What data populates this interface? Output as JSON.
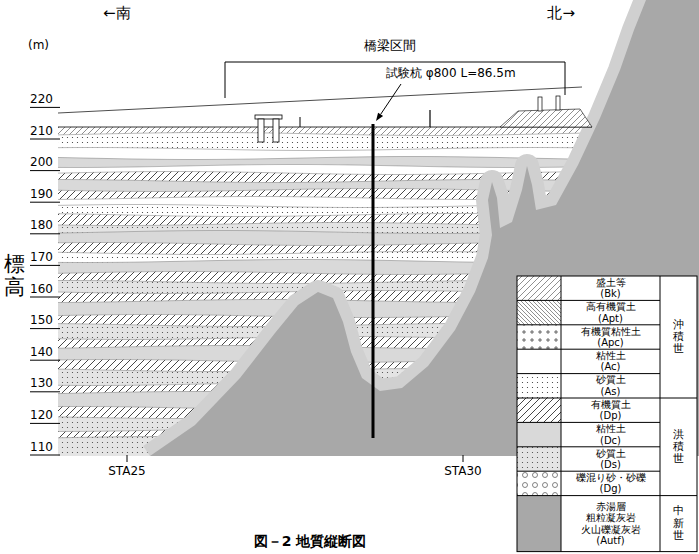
{
  "diagram": {
    "caption": "図－2 地質縦断図",
    "labels": [
      "←南",
      "北→",
      "橋梁区間",
      "試験杭 φ800 L=86.5m",
      "(m)",
      "220",
      "210",
      "200",
      "190",
      "180",
      "170",
      "160",
      "150",
      "140",
      "130",
      "120",
      "110",
      "標高",
      "STA25",
      "STA30",
      "沖積世",
      "洪積世",
      "中新世"
    ],
    "legend": [
      {
        "text": "盛土等 (Bk)"
      },
      {
        "text": "高有機質土 (Apt)"
      },
      {
        "text": "有機質粘性土 (Apc)"
      },
      {
        "text": "粘性土 (Ac)",
        "color": "#ffffff"
      },
      {
        "text": "砂質土 (As)"
      },
      {
        "text": "有機質土 (Dp)"
      },
      {
        "text": "粘性土 (Dc)",
        "color": "#d9d9d9"
      },
      {
        "text": "砂質土 (Ds)"
      },
      {
        "text": "礫混り砂・砂礫 (Dg)"
      },
      {
        "text": "赤湯層 粗粒凝灰岩 火山礫凝灰岩 (Autf)",
        "color": "#a8a8a8"
      }
    ]
  }
}
